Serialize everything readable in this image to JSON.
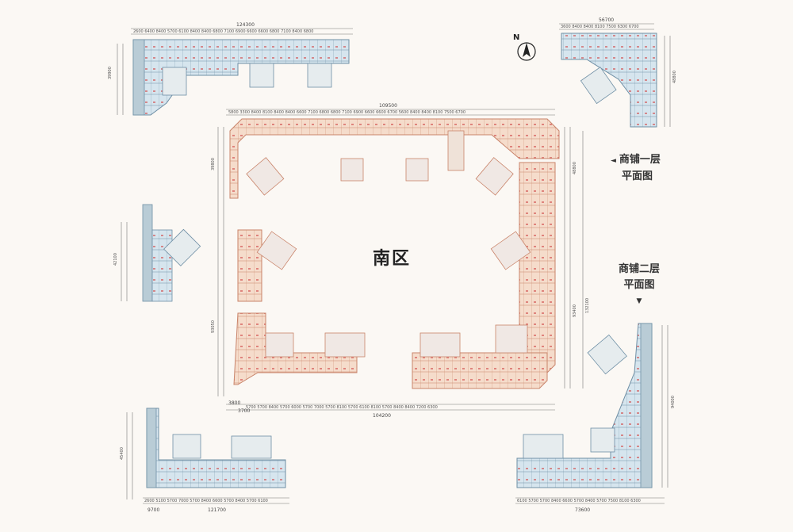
{
  "diagram": {
    "center_label": "南区",
    "legend_floor1": [
      "商铺一层",
      "平面图"
    ],
    "legend_floor2": [
      "商铺二层",
      "平面图"
    ],
    "compass": "N",
    "dimensions": {
      "top_left_total": "124300",
      "top_right_total": "56700",
      "center_top_total": "109500",
      "center_bottom_total": "104200",
      "center_left_total": "93050",
      "center_right_total": "93400",
      "bottom_left_total": "121700",
      "bottom_right_total": "73600",
      "right_side_total": "132100",
      "small_left_total": "42100",
      "left_top_height": "39900",
      "tr_height": "48800",
      "br_height": "94000",
      "bl_height": "45400",
      "center_left_small": "39800",
      "center_right_small": "48800",
      "bottom_left_start": "9700",
      "bottom_center_start": "3700",
      "center_bottom_left_offset": "3800"
    },
    "colors": {
      "floor1_fill": "#f3d7c5",
      "floor1_stroke": "#c9846a",
      "floor2_fill": "#cfe0ea",
      "floor2_stroke": "#6f8fa5",
      "core_fill": "#e6ecee",
      "background": "#fbf8f4"
    }
  }
}
